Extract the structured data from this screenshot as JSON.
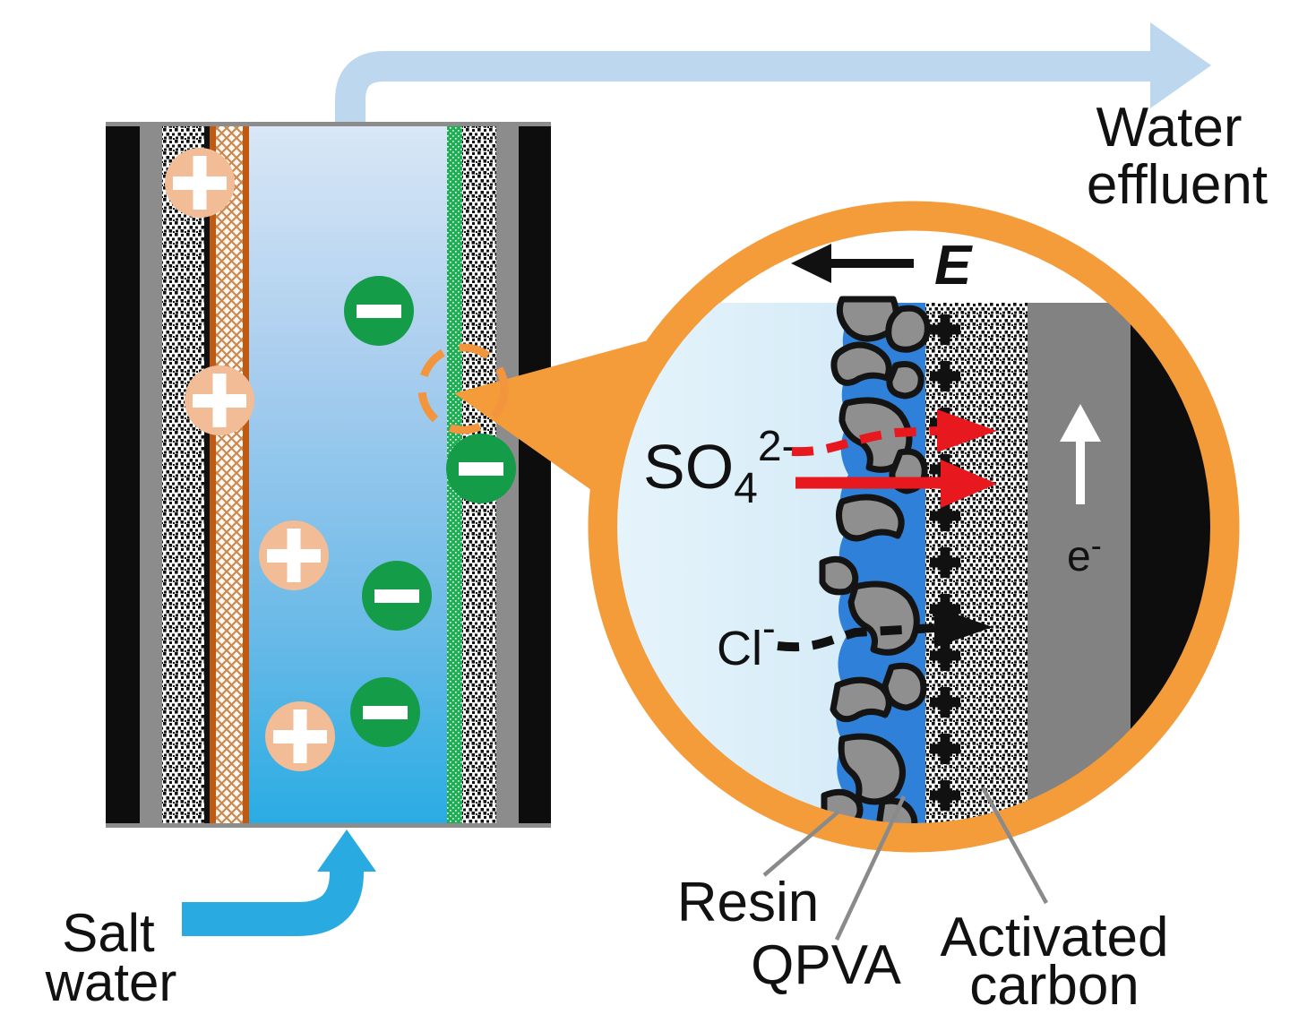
{
  "diagram_title_visible": false,
  "effluent": {
    "line1": "Water",
    "line2": "effluent"
  },
  "influent": {
    "line1": "Salt",
    "line2": "water"
  },
  "cell": {
    "cation_symbol": "plus",
    "anion_symbol": "minus",
    "layers": [
      "electrode-black",
      "current-collector-gray",
      "activated-carbon-dotted",
      "anion-membrane-orange-crosshatch",
      "water-channel-blue",
      "cation-membrane-green-dotted",
      "activated-carbon-dotted",
      "current-collector-gray",
      "electrode-black"
    ]
  },
  "magnifier": {
    "e_field_label": "E",
    "so4": {
      "main": "SO",
      "sub": "4",
      "sup": "2-"
    },
    "cl": {
      "main": "Cl",
      "sup": "-"
    },
    "electron": {
      "main": "e",
      "sup": "-"
    }
  },
  "callouts": {
    "resin": "Resin",
    "qpva": "QPVA",
    "activated_line1": "Activated",
    "activated_line2": "carbon"
  },
  "colors": {
    "accent_orange": "#F49B3A",
    "red_arrow": "#E8191E",
    "salt_blue": "#29ABE2",
    "pipe_blue": "#BCD7EE",
    "qpva_blue": "#2E80D8",
    "channel_top": "#D9E7F6",
    "channel_bottom": "#29ACE3",
    "circle_water": "#DDEFF9",
    "cation_peach": "#F1BC96",
    "anion_green": "#149C48",
    "membrane_green": "#1EAF55",
    "membrane_orange_border": "#C05A12",
    "gray": "#8C8C8C",
    "electrode_gray": "#828282",
    "black": "#0D0D0E",
    "text": "#111111",
    "leader_gray": "#8A8A8A"
  }
}
